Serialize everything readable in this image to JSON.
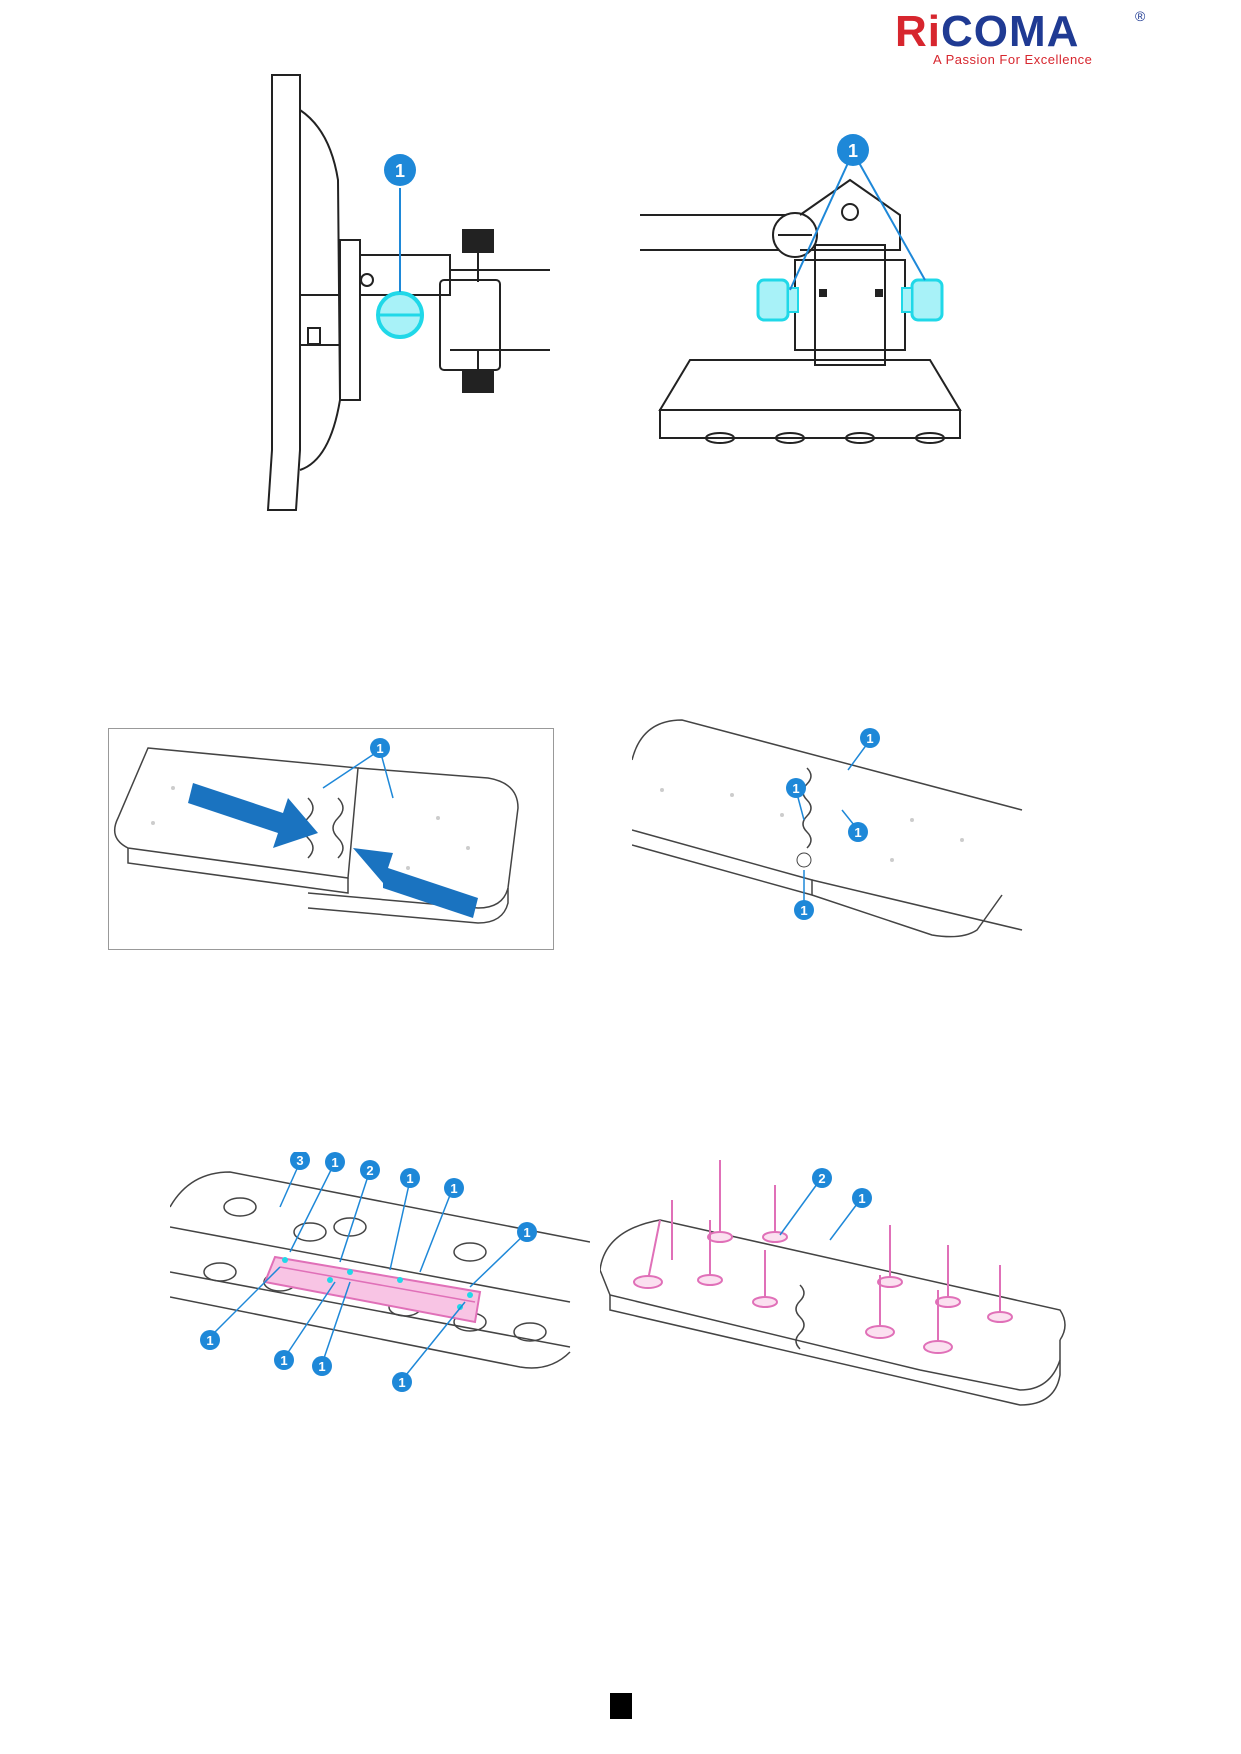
{
  "header": {
    "logo_text_left": "Ri",
    "logo_text_right": "COMA",
    "logo_registered": "®",
    "tagline": "A Passion For Excellence"
  },
  "figures": {
    "fig1": {
      "callouts": [
        "1"
      ]
    },
    "fig2": {
      "callouts": [
        "1"
      ]
    },
    "fig3": {
      "callouts": [
        "1"
      ]
    },
    "fig4": {
      "callouts": [
        "1",
        "1",
        "1",
        "1"
      ]
    },
    "fig5": {
      "callouts": [
        "3",
        "1",
        "2",
        "1",
        "1",
        "1",
        "1",
        "1",
        "1",
        "1"
      ]
    },
    "fig6": {
      "callouts": [
        "2",
        "1"
      ]
    }
  },
  "colors": {
    "brand_blue": "#1f3a93",
    "brand_red": "#d7262e",
    "callout_blue": "#1e88d8",
    "highlight_cyan": "#20d8e8",
    "highlight_pink": "#f4a8d8",
    "arrow_blue": "#1a73c0"
  }
}
